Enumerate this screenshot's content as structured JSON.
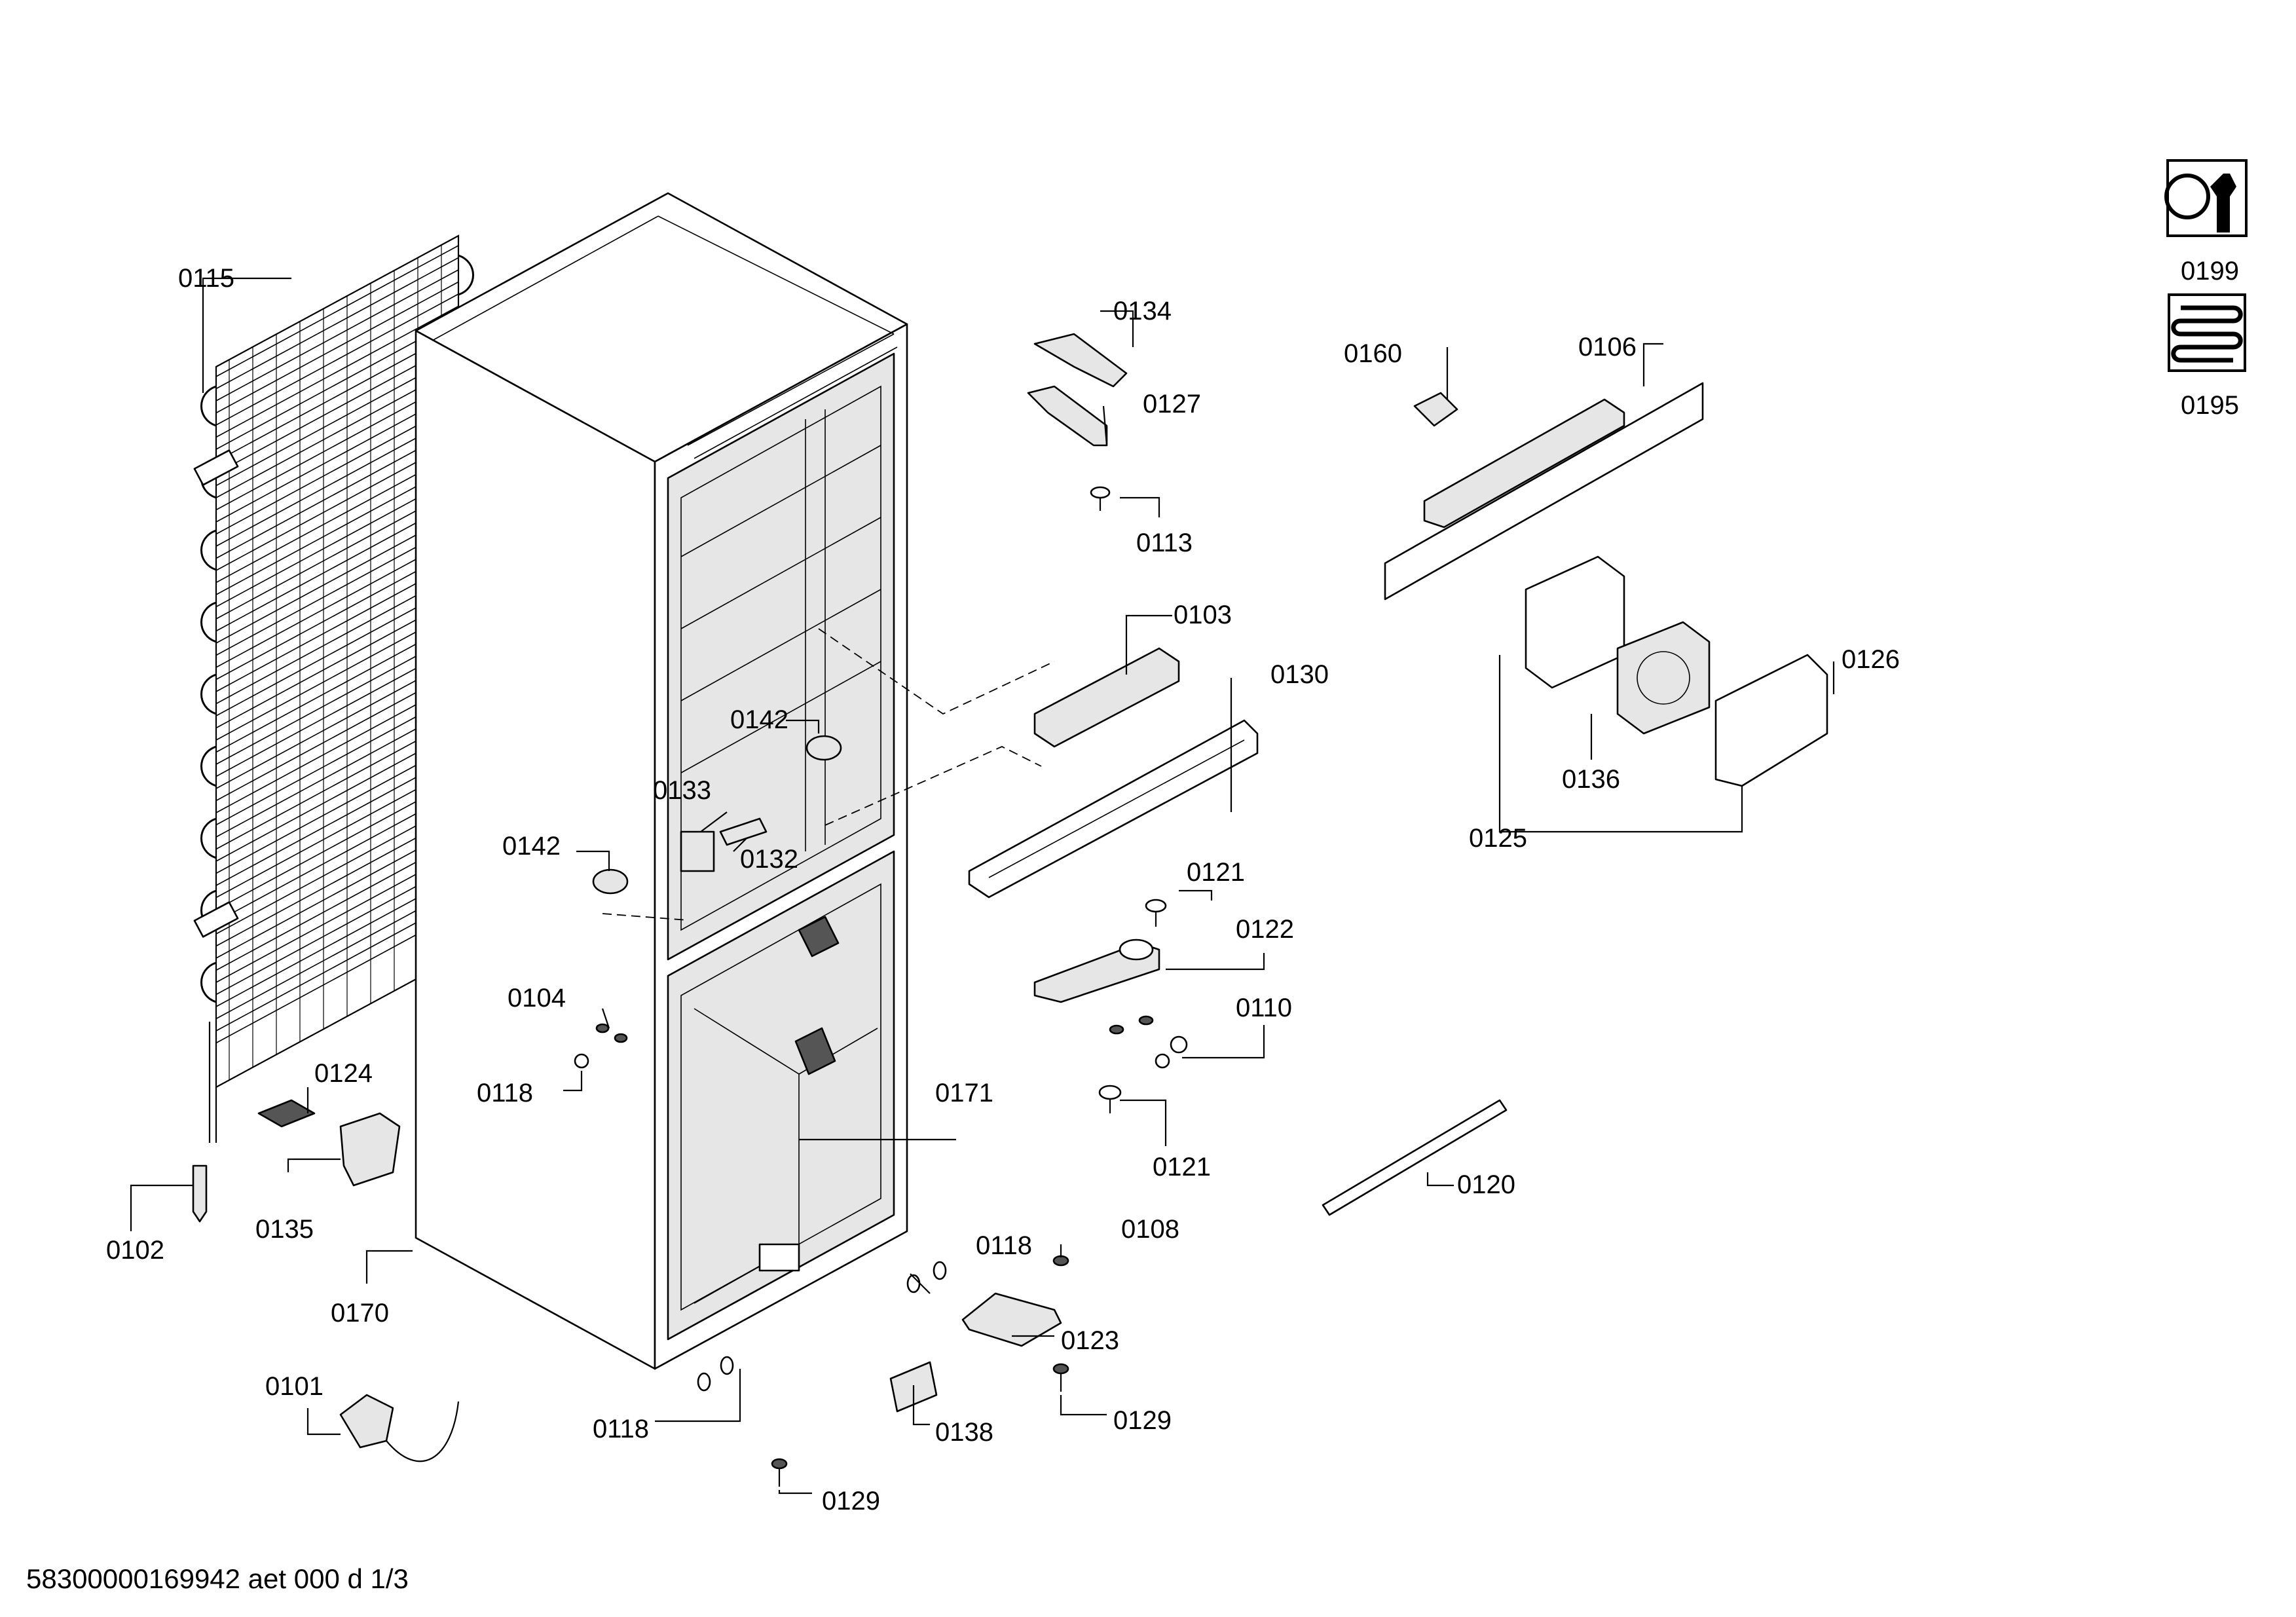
{
  "labels": {
    "p0101": "0101",
    "p0102": "0102",
    "p0103": "0103",
    "p0104": "0104",
    "p0106": "0106",
    "p0108": "0108",
    "p0110": "0110",
    "p0113": "0113",
    "p0115": "0115",
    "p0118a": "0118",
    "p0118b": "0118",
    "p0118c": "0118",
    "p0120": "0120",
    "p0121a": "0121",
    "p0121b": "0121",
    "p0122": "0122",
    "p0123": "0123",
    "p0124": "0124",
    "p0125": "0125",
    "p0126": "0126",
    "p0127": "0127",
    "p0129a": "0129",
    "p0129b": "0129",
    "p0130": "0130",
    "p0132": "0132",
    "p0133": "0133",
    "p0134": "0134",
    "p0135": "0135",
    "p0136": "0136",
    "p0138": "0138",
    "p0142a": "0142",
    "p0142b": "0142",
    "p0160": "0160",
    "p0170": "0170",
    "p0171": "0171",
    "p0195": "0195",
    "p0199": "0199"
  },
  "footer": "58300000169942 aet 000 d 1/3",
  "icons": {
    "service_kit": "service-wrench-icon",
    "condenser_coil": "coil-icon"
  }
}
